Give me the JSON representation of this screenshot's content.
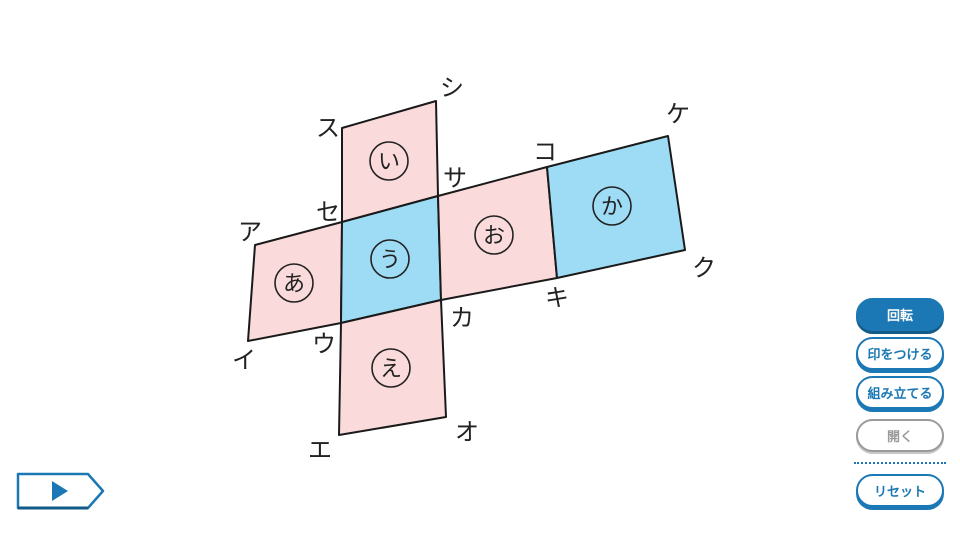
{
  "faces": [
    {
      "letter": "あ",
      "color": "#fadadb"
    },
    {
      "letter": "い",
      "color": "#fadadb"
    },
    {
      "letter": "う",
      "color": "#9edcf6"
    },
    {
      "letter": "え",
      "color": "#fadadb"
    },
    {
      "letter": "お",
      "color": "#fadadb"
    },
    {
      "letter": "か",
      "color": "#9edcf6"
    }
  ],
  "vertex_labels": {
    "a": "ア",
    "i": "イ",
    "u": "ウ",
    "e": "エ",
    "o": "オ",
    "ka": "カ",
    "ki": "キ",
    "ku": "ク",
    "ke": "ケ",
    "ko": "コ",
    "sa": "サ",
    "shi": "シ",
    "su": "ス",
    "se": "セ"
  },
  "controls": {
    "rotate": "回転",
    "mark": "印をつける",
    "assemble": "組み立てる",
    "open": "開く",
    "reset": "リセット"
  },
  "colors": {
    "accent": "#1b78b4",
    "pink": "#fadadb",
    "blue": "#9edcf6",
    "disabled": "#9a9a9a"
  }
}
